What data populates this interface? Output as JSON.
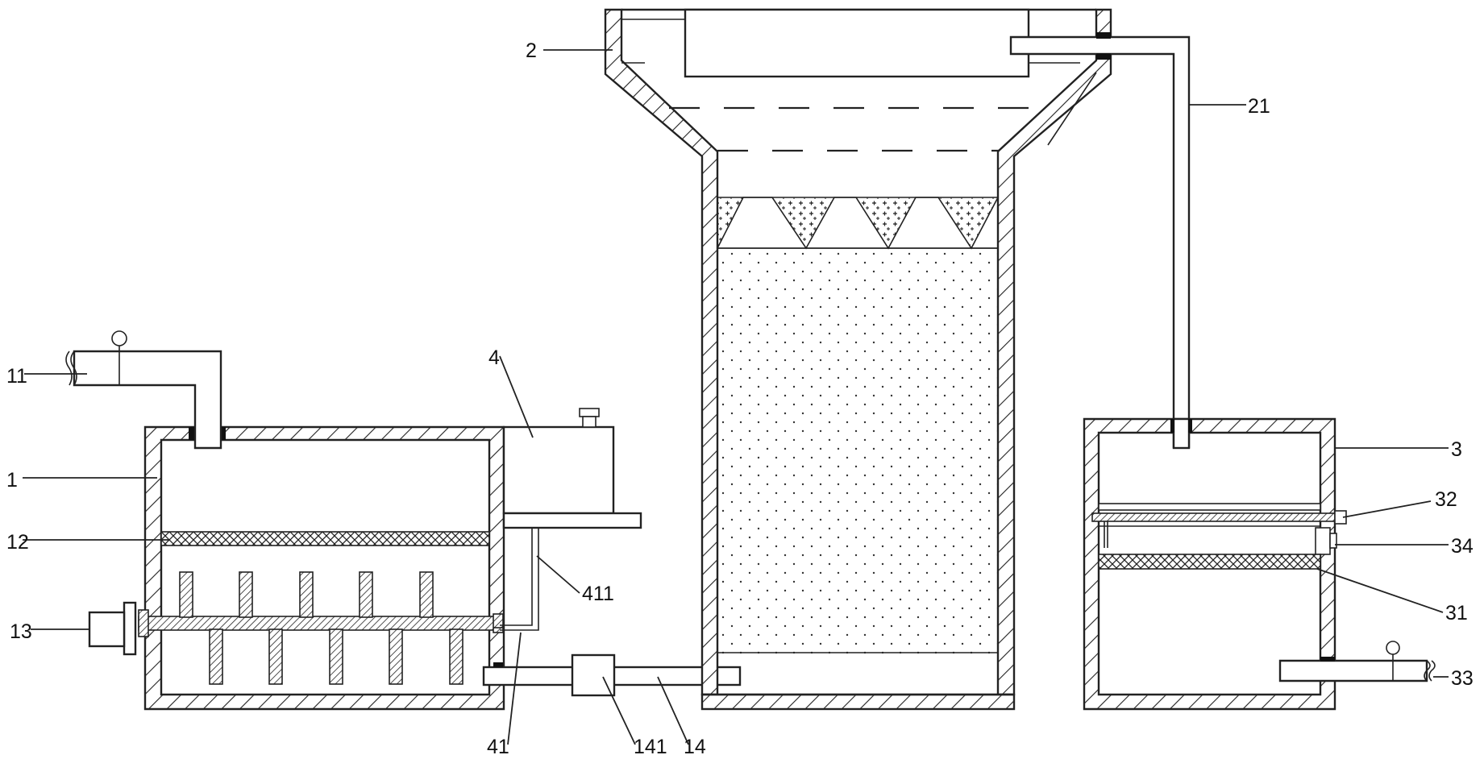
{
  "labels": {
    "l1": "1",
    "l2": "2",
    "l3": "3",
    "l4": "4",
    "l11": "11",
    "l12": "12",
    "l13": "13",
    "l14": "14",
    "l21": "21",
    "l31": "31",
    "l32": "32",
    "l33": "33",
    "l34": "34",
    "l41": "41",
    "l141": "141",
    "l411": "411"
  },
  "colors": {
    "line": "#222222",
    "background": "#ffffff"
  }
}
